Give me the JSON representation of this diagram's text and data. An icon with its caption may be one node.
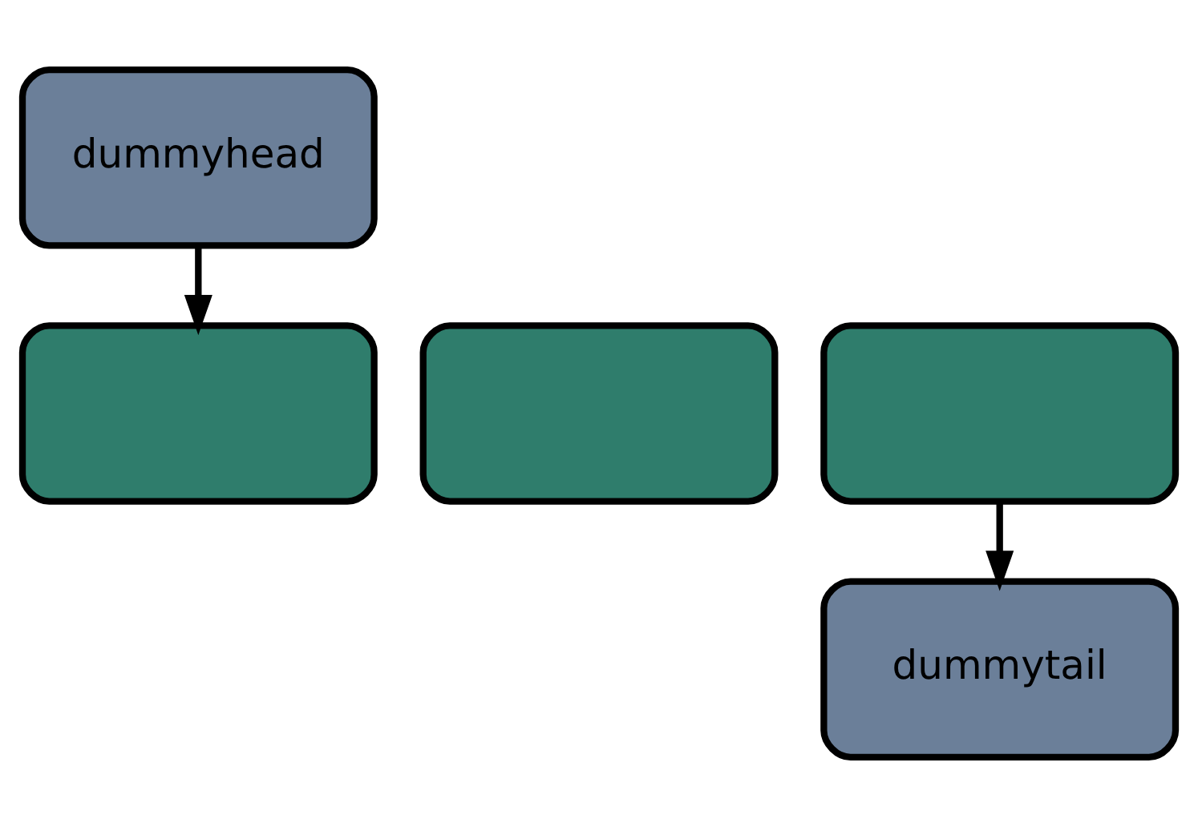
{
  "diagram": {
    "nodes": [
      {
        "text": [
          "dummyhead"
        ]
      },
      {
        "text": [],
        "shape": "box"
      },
      {
        "text": [],
        "shape": "box"
      },
      {
        "text": [],
        "shape": "box"
      },
      {
        "text": [
          "dummytail"
        ]
      }
    ],
    "edges": [
      {
        "from": 0,
        "to": 1,
        "arrow": "to"
      },
      {
        "from": 3,
        "to": 4,
        "arrow": "to"
      }
    ]
  }
}
